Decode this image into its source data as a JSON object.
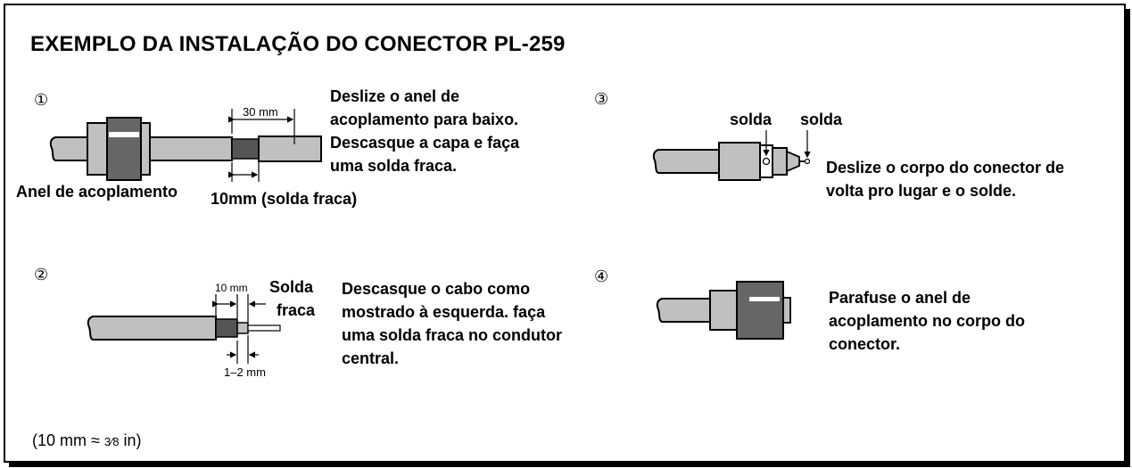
{
  "title": "EXEMPLO DA INSTALAÇÃO DO CONECTOR PL-259",
  "steps": [
    {
      "number": "①",
      "lines": [
        "Deslize o anel de",
        "acoplamento para baixo.",
        "Descasque a capa e faça",
        "uma solda fraca."
      ],
      "labels": {
        "ring": "Anel de acoplamento",
        "dim_top": "30 mm",
        "dim_bottom": "10mm (solda fraca)"
      }
    },
    {
      "number": "②",
      "lines": [
        "Descasque o cabo como",
        "mostrado à esquerda. faça",
        "uma solda fraca no condutor",
        "central."
      ],
      "labels": {
        "dim_top": "10 mm",
        "solder_1": "Solda",
        "solder_2": "fraca",
        "dim_bottom": "1–2 mm"
      }
    },
    {
      "number": "③",
      "lines": [
        "Deslize o corpo do conector de",
        "volta pro lugar e o solde."
      ],
      "labels": {
        "solder_left": "solda",
        "solder_right": "solda"
      }
    },
    {
      "number": "④",
      "lines": [
        "Parafuse o anel de",
        "acoplamento no corpo do",
        "conector."
      ],
      "labels": {}
    }
  ],
  "footnote": {
    "prefix": "(10 mm ≈ ",
    "fraction": "3⁄8",
    "suffix": " in)"
  },
  "colors": {
    "cable": "#c0c0c0",
    "ring": "#666666",
    "shield": "#555555",
    "outline": "#000000"
  }
}
